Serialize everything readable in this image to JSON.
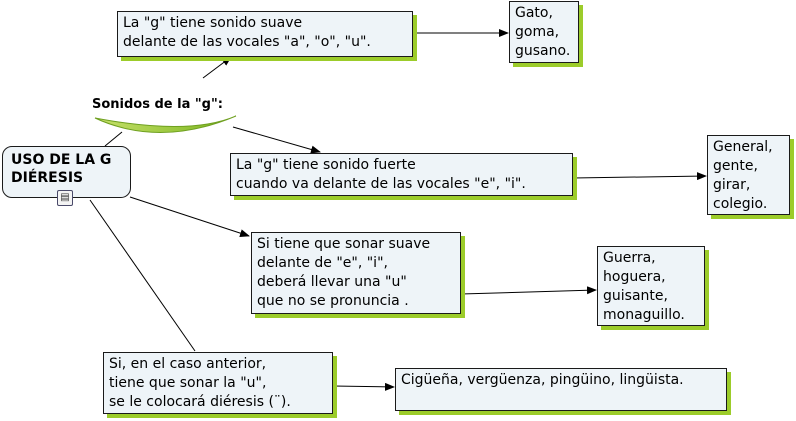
{
  "root": {
    "title": "USO DE LA G\nDIÉRESIS",
    "icon": "document-icon"
  },
  "link_label": "Sonidos de la \"g\":",
  "nodes": {
    "soft_rule": "La \"g\" tiene sonido suave\ndelante de las vocales \"a\", \"o\", \"u\".",
    "soft_examples": "Gato,\ngoma,\ngusano.",
    "hard_rule": "La \"g\" tiene sonido fuerte\ncuando va delante de las vocales \"e\", \"i\".",
    "hard_examples": "General,\ngente,\n girar,\ncolegio.",
    "u_rule": "Si tiene que sonar suave\ndelante de \"e\", \"i\",\ndeberá llevar una \"u\"\nque no se pronuncia .",
    "u_examples": "Guerra,\nhoguera,\n guisante,\n monaguillo.",
    "dieresis_rule": "Si, en el caso anterior,\ntiene que sonar la \"u\",\n se le colocará diéresis (¨).",
    "dieresis_examples": "Cigüeña, vergüenza, pingüino, lingüista."
  },
  "colors": {
    "node_fill": "#eef4f8",
    "shadow": "#9ccc2a",
    "line": "#000000"
  }
}
